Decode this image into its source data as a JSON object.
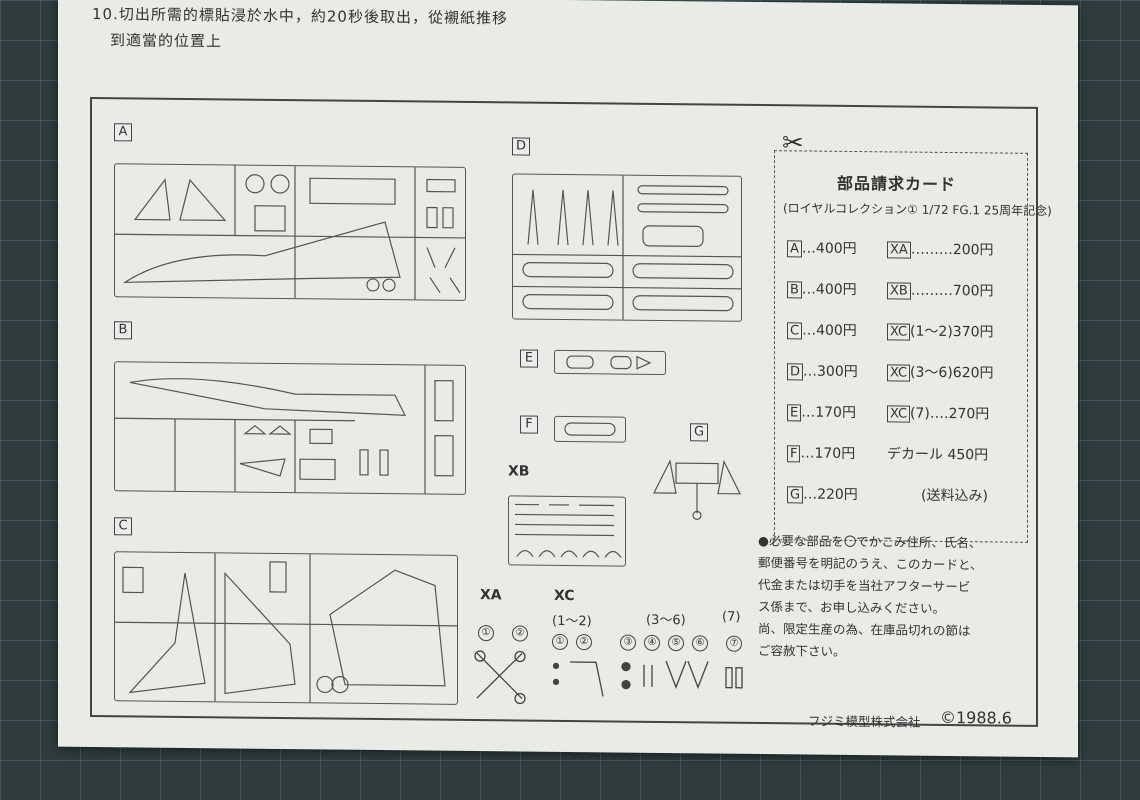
{
  "instruction": {
    "line1": "10.切出所需的標貼浸於水中，約20秒後取出，從襯紙推移",
    "line2": "到適當的位置上"
  },
  "sections": {
    "A": "A",
    "B": "B",
    "C": "C",
    "D": "D",
    "E": "E",
    "F": "F",
    "G": "G",
    "XB": "XB",
    "XA": "XA",
    "XC": "XC"
  },
  "xc_groups": {
    "g1": "(1～2)",
    "g2": "(3～6)",
    "g3": "(7)"
  },
  "xa_nums": [
    "①",
    "②"
  ],
  "xc_nums": [
    "①",
    "②",
    "③",
    "④",
    "⑤",
    "⑥",
    "⑦"
  ],
  "card": {
    "title": "部品請求カード",
    "subtitle": "(ロイヤルコレクション① 1/72 FG.1 25周年記念)",
    "left_prices": [
      {
        "part": "A",
        "price": "…400円"
      },
      {
        "part": "B",
        "price": "…400円"
      },
      {
        "part": "C",
        "price": "…400円"
      },
      {
        "part": "D",
        "price": "…300円"
      },
      {
        "part": "E",
        "price": "…170円"
      },
      {
        "part": "F",
        "price": "…170円"
      },
      {
        "part": "G",
        "price": "…220円"
      }
    ],
    "right_prices": [
      {
        "part": "XA",
        "price": "………200円"
      },
      {
        "part": "XB",
        "price": "………700円"
      },
      {
        "part": "XC",
        "price": "(1～2)370円"
      },
      {
        "part": "XC",
        "price": "(3～6)620円"
      },
      {
        "part": "XC",
        "price": "(7)‥‥270円"
      },
      {
        "part": "",
        "price": "デカール 450円"
      },
      {
        "part": "",
        "price": "(送料込み)"
      }
    ]
  },
  "notes": [
    "●必要な部品を〇でかこみ住所、氏名、",
    "郵便番号を明記のうえ、このカードと、",
    "代金または切手を当社アフターサービ",
    "ス係まで、お申し込みください。",
    "尚、限定生産の為、在庫品切れの節は",
    "ご容赦下さい。"
  ],
  "footer": {
    "company": "フジミ模型株式会社",
    "date": "©1988.6"
  }
}
